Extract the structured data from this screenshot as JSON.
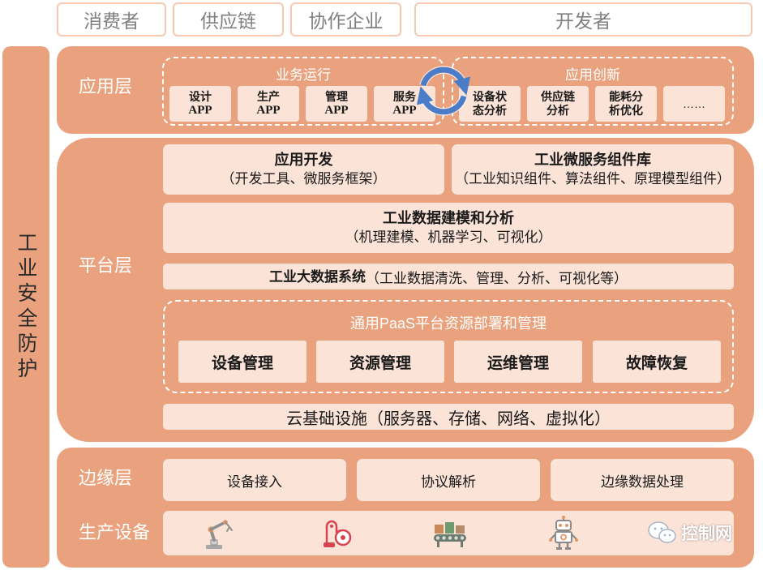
{
  "stakeholders": [
    {
      "label": "消费者"
    },
    {
      "label": "供应链"
    },
    {
      "label": "协作企业"
    },
    {
      "label": "开发者"
    }
  ],
  "security": {
    "label": "工业安全防护"
  },
  "application_layer": {
    "label": "应用层",
    "business": {
      "label": "业务运行",
      "apps": [
        {
          "l1": "设计",
          "l2": "APP"
        },
        {
          "l1": "生产",
          "l2": "APP"
        },
        {
          "l1": "管理",
          "l2": "APP"
        },
        {
          "l1": "服务",
          "l2": "APP"
        }
      ]
    },
    "innovation": {
      "label": "应用创新",
      "apps": [
        {
          "l1": "设备状",
          "l2": "态分析"
        },
        {
          "l1": "供应链",
          "l2": "分析"
        },
        {
          "l1": "能耗分",
          "l2": "析优化"
        },
        {
          "l1": "……"
        }
      ]
    },
    "cycle_icon": "cycle-arrows-icon"
  },
  "platform_layer": {
    "label": "平台层",
    "app_dev": {
      "title": "应用开发",
      "detail": "（开发工具、微服务框架）"
    },
    "microservices": {
      "title": "工业微服务组件库",
      "detail": "（工业知识组件、算法组件、原理模型组件）"
    },
    "modeling": {
      "title": "工业数据建模和分析",
      "detail": "（机理建模、机器学习、可视化）"
    },
    "big_data": {
      "title": "工业大数据系统",
      "detail": "（工业数据清洗、管理、分析、可视化等）"
    },
    "paas": {
      "label": "通用PaaS平台资源部署和管理",
      "modules": [
        "设备管理",
        "资源管理",
        "运维管理",
        "故障恢复"
      ]
    },
    "cloud": {
      "label": "云基础设施（服务器、存储、网络、虚拟化）"
    }
  },
  "edge_layer": {
    "label": "边缘层",
    "modules": [
      "设备接入",
      "协议解析",
      "边缘数据处理"
    ]
  },
  "equipment": {
    "label": "生产设备",
    "icons": [
      "robot-arm-icon",
      "winding-machine-icon",
      "conveyor-icon",
      "robot-icon"
    ]
  },
  "watermark": {
    "text": "控制网",
    "icon": "wechat-icon"
  },
  "colors": {
    "layer_fill": "#e9a27d",
    "box_fill": "#fbe3d7",
    "stakeholder_border": "#f6c9b0",
    "stakeholder_text": "#808080",
    "cycle_arrow": "#4a7cc7"
  }
}
